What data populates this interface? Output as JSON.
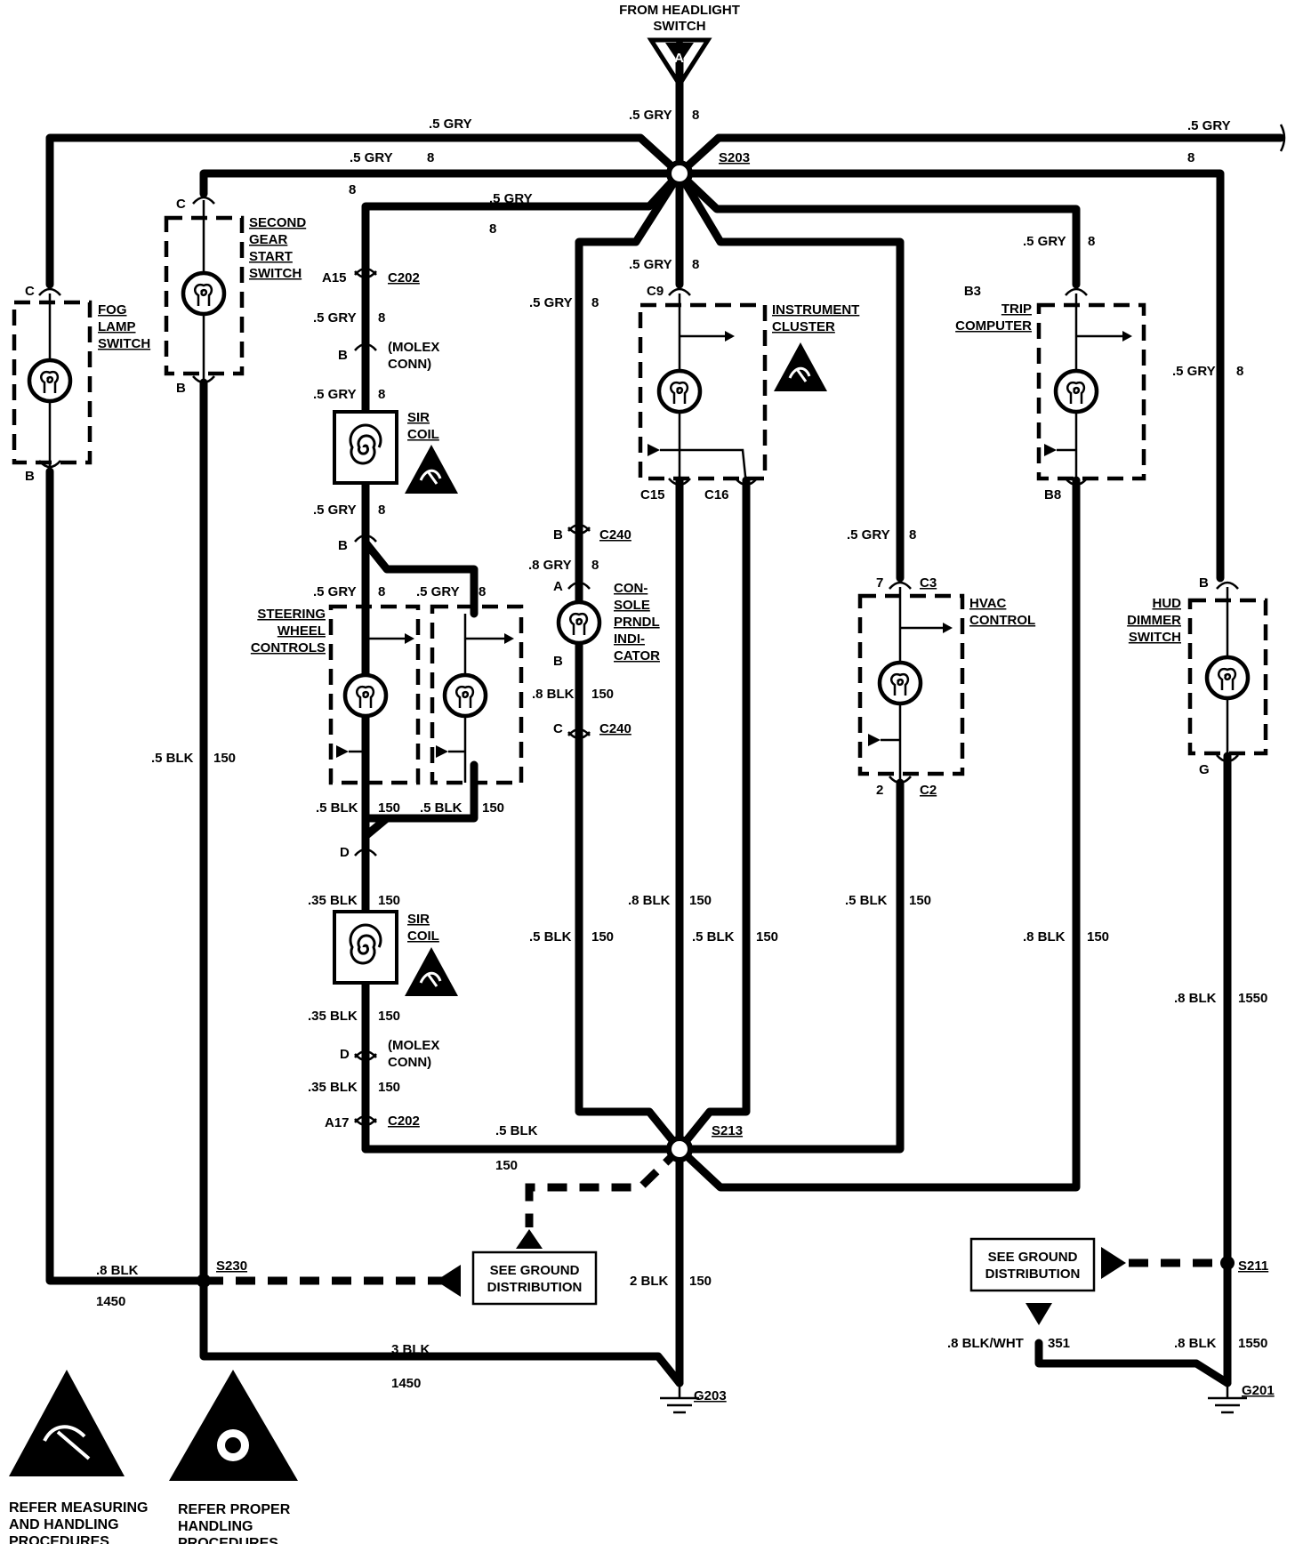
{
  "source": {
    "title_line1": "FROM HEADLIGHT",
    "title_line2": "SWITCH",
    "connector": "A"
  },
  "splices": {
    "s203": "S203",
    "s213": "S213",
    "s230": "S230",
    "s211": "S211"
  },
  "grounds": {
    "g203": "G203",
    "g201": "G201"
  },
  "wire_labels": {
    "gry5": ".5 GRY",
    "gry8": ".8 GRY",
    "blk5": ".5 BLK",
    "blk8": ".8 BLK",
    "blk35": ".35 BLK",
    "blk3": "3 BLK",
    "blk2": "2 BLK",
    "blkwht8": ".8 BLK/WHT",
    "c8": "8",
    "c150": "150",
    "c1450": "1450",
    "c1550": "1550",
    "c351": "351"
  },
  "components": {
    "fog_lamp": [
      "FOG",
      "LAMP",
      "SWITCH"
    ],
    "second_gear": [
      "SECOND",
      "GEAR",
      "START",
      "SWITCH"
    ],
    "sir_coil": [
      "SIR",
      "COIL"
    ],
    "molex": [
      "(MOLEX",
      "CONN)"
    ],
    "steering": [
      "STEERING",
      "WHEEL",
      "CONTROLS"
    ],
    "console": [
      "CON-",
      "SOLE",
      "PRNDL",
      "INDI-",
      "CATOR"
    ],
    "instrument": [
      "INSTRUMENT",
      "CLUSTER"
    ],
    "hvac": [
      "HVAC",
      "CONTROL"
    ],
    "trip": [
      "TRIP",
      "COMPUTER"
    ],
    "hud": [
      "HUD",
      "DIMMER",
      "SWITCH"
    ]
  },
  "connectors": {
    "c": "C",
    "b": "B",
    "a15": "A15",
    "c202": "C202",
    "a17": "A17",
    "d": "D",
    "c240": "C240",
    "a": "A",
    "c9": "C9",
    "c15": "C15",
    "c16": "C16",
    "b3": "B3",
    "b8": "B8",
    "seven": "7",
    "c3": "C3",
    "two": "2",
    "c2": "C2",
    "g": "G"
  },
  "notes": {
    "see_ground": [
      "SEE GROUND",
      "DISTRIBUTION"
    ],
    "refer_measuring": [
      "REFER MEASURING",
      "AND HANDLING",
      "PROCEDURES"
    ],
    "refer_proper": [
      "REFER PROPER",
      "HANDLING",
      "PROCEDURES"
    ]
  }
}
